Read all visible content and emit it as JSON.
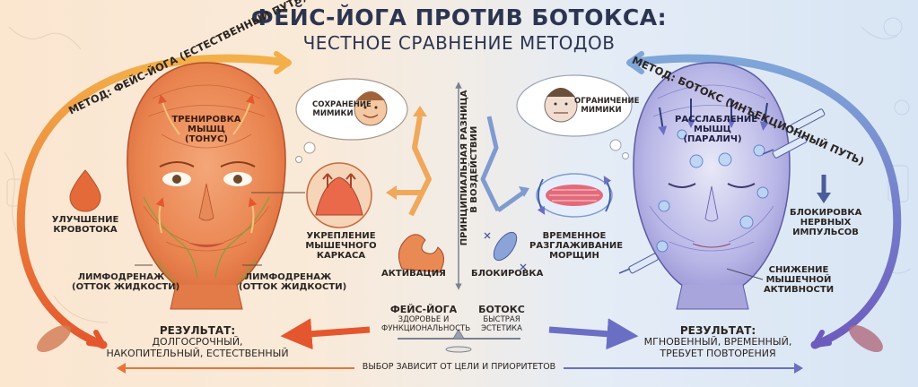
{
  "title": "ФЕЙС-ЙОГА ПРОТИВ БОТОКСА:",
  "subtitle": "ЧЕСТНОЕ СРАВНЕНИЕ МЕТОДОВ",
  "left": {
    "method": "МЕТОД: ФЕЙС-ЙОГА (ЕСТЕСТВЕННЫЙ ПУТЬ)",
    "thought": [
      "СОХРАНЕНИЕ",
      "МИМИКИ"
    ],
    "training": [
      "ТРЕНИРОВКА",
      "МЫШЦ",
      "(ТОНУС)"
    ],
    "blood": [
      "УЛУЧШЕНИЕ",
      "КРОВОТОКА"
    ],
    "lymph_left": [
      "ЛИМФОДРЕНАЖ",
      "(ОТТОК ЖИДКОСТИ)"
    ],
    "lymph_right": [
      "ЛИМФОДРЕНАЖ",
      "(ОТТОК ЖИДКОСТИ)"
    ],
    "frame": [
      "УКРЕПЛЕНИЕ",
      "МЫШЕЧНОГО",
      "КАРКАСА"
    ],
    "activation": "АКТИВАЦИЯ",
    "result_title": "РЕЗУЛЬТАТ:",
    "result": [
      "ДОЛГОСРОЧНЫЙ,",
      "НАКОПИТЕЛЬНЫЙ, ЕСТЕСТВЕННЫЙ"
    ]
  },
  "right": {
    "method": "МЕТОД: БОТОКС (ИНЪЕКЦИОННЫЙ ПУТЬ)",
    "thought": [
      "ОГРАНИЧЕНИЕ",
      "МИМИКИ"
    ],
    "relax": [
      "РАССЛАБЛЕНИЕ",
      "МЫШЦ",
      "(ПАРАЛИЧ)"
    ],
    "nerve": [
      "БЛОКИРОВКА",
      "НЕРВНЫХ",
      "ИМПУЛЬСОВ"
    ],
    "smoothing": [
      "ВРЕМЕННОЕ",
      "РАЗГЛАЖИВАНИЕ",
      "МОРЩИН"
    ],
    "block": "БЛОКИРОВКА",
    "activity": [
      "СНИЖЕНИЕ",
      "МЫШЕЧНОЙ",
      "АКТИВНОСТИ"
    ],
    "result_title": "РЕЗУЛЬТАТ:",
    "result": [
      "МГНОВЕННЫЙ, ВРЕМЕННЫЙ,",
      "ТРЕБУЕТ ПОВТОРЕНИЯ"
    ]
  },
  "center": {
    "vertical": [
      "ПРИНЦИПИАЛЬНАЯ РАЗНИЦА",
      "В ВОЗДЕЙСТВИИ"
    ],
    "scale_left_title": "ФЕЙС-ЙОГА",
    "scale_left_sub": [
      "ЗДОРОВЬЕ И",
      "ФУНКЦИОНАЛЬНОСТЬ"
    ],
    "scale_right_title": "БОТОКС",
    "scale_right_sub": [
      "БЫСТРАЯ",
      "ЭСТЕТИКА"
    ],
    "footer": "ВЫБОР ЗАВИСИТ ОТ ЦЕЛИ И ПРИОРИТЕТОВ"
  },
  "colors": {
    "yoga": "#e8743a",
    "botox": "#6a6fc4",
    "title": "#2c3550",
    "text": "#2b2522"
  }
}
